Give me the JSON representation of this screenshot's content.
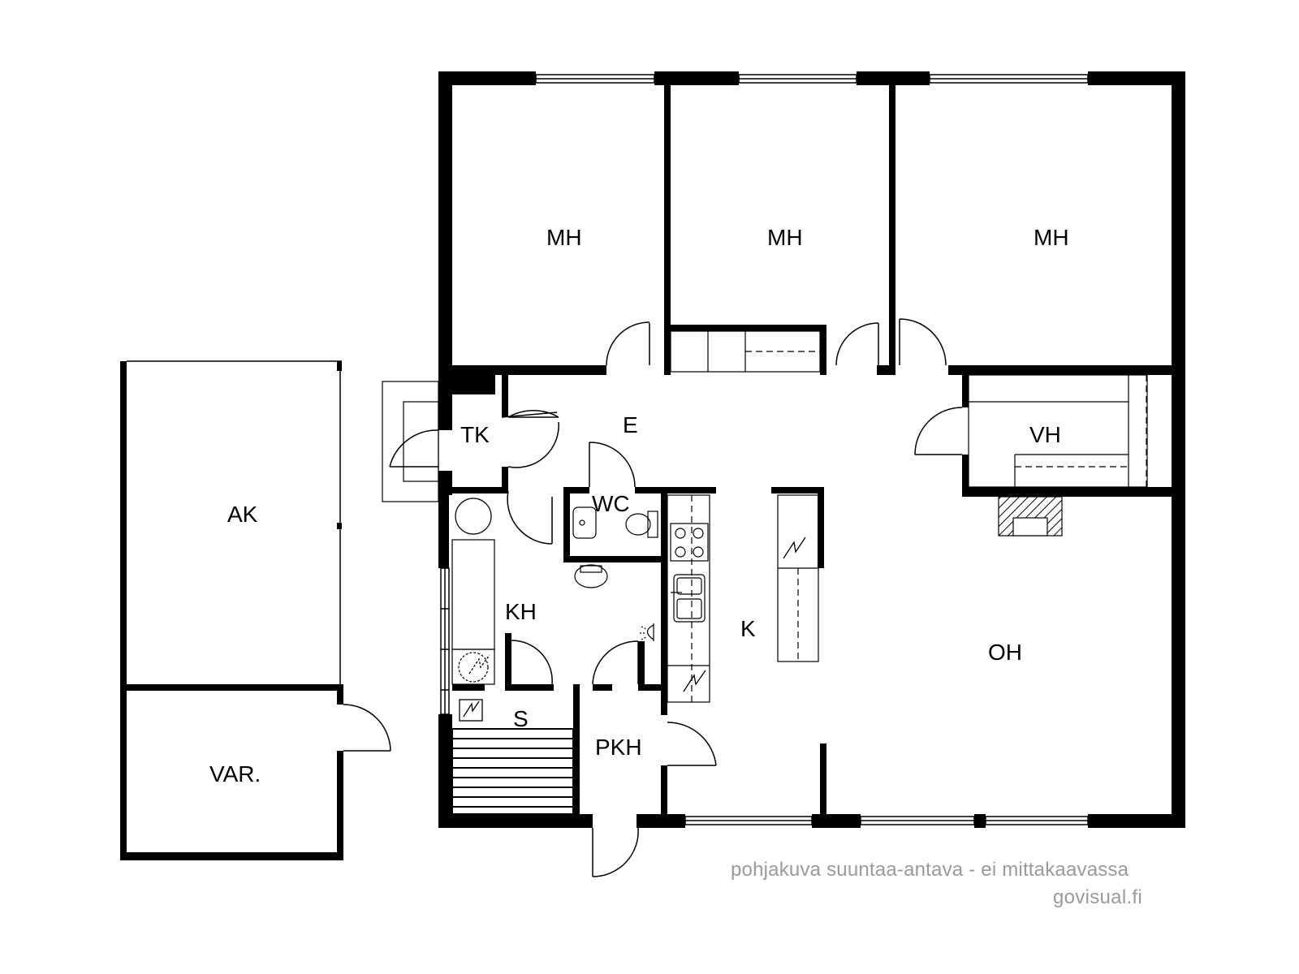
{
  "rooms": {
    "mh1": "MH",
    "mh2": "MH",
    "mh3": "MH",
    "e": "E",
    "tk": "TK",
    "wc": "WC",
    "vh": "VH",
    "kh": "KH",
    "k": "K",
    "oh": "OH",
    "s": "S",
    "pkh": "PKH",
    "ak": "AK",
    "var": "VAR."
  },
  "caption": {
    "note": "pohjakuva suuntaa-antava - ei mittakaavassa",
    "brand": "govisual.fi"
  },
  "colors": {
    "wall": "#000000",
    "background": "#ffffff",
    "caption": "#9a9a9a"
  },
  "icons": [
    "electric-symbol-icon",
    "toilet-icon",
    "sink-icon",
    "stove-icon",
    "shower-icon",
    "fireplace-icon",
    "sauna-stove-icon"
  ]
}
